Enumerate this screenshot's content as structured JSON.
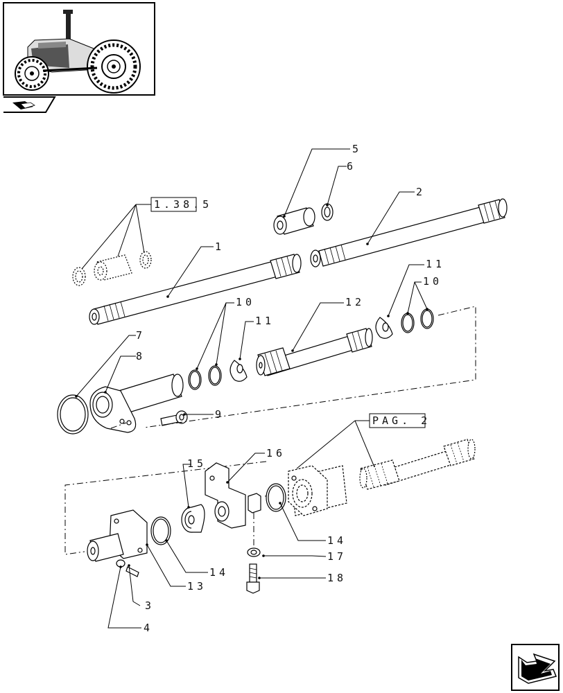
{
  "diagram": {
    "refs": {
      "ref_a": "1.38.5",
      "ref_b": "PAG. 2"
    },
    "callouts": {
      "c1": "1",
      "c2": "2",
      "c3": "3",
      "c4": "4",
      "c5": "5",
      "c6": "6",
      "c7": "7",
      "c8": "8",
      "c9": "9",
      "c10a": "10",
      "c10b": "10",
      "c11a": "11",
      "c11b": "11",
      "c12": "12",
      "c13": "13",
      "c14a": "14",
      "c14b": "14",
      "c15": "15",
      "c16": "16",
      "c17": "17",
      "c18": "18"
    },
    "icons": {
      "thumbnail": "tractor-thumbnail",
      "section": "section-book-icon",
      "nav": "next-page-arrow-icon"
    }
  }
}
